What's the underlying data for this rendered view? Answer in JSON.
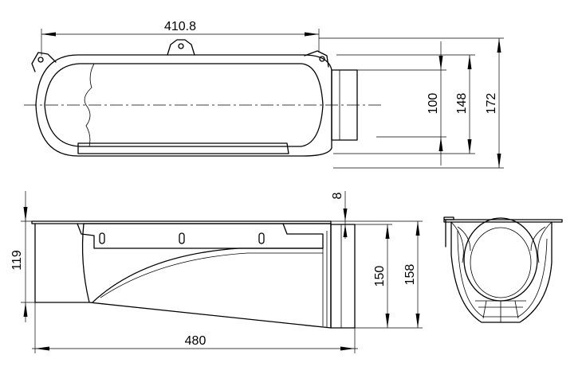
{
  "dimensions": {
    "top_width": "410.8",
    "top_height_inner": "100",
    "top_height_mid": "148",
    "top_height_outer": "172",
    "side_flange": "8",
    "side_height_left": "119",
    "side_outlet": "150",
    "side_height_total": "158",
    "side_length": "480"
  }
}
